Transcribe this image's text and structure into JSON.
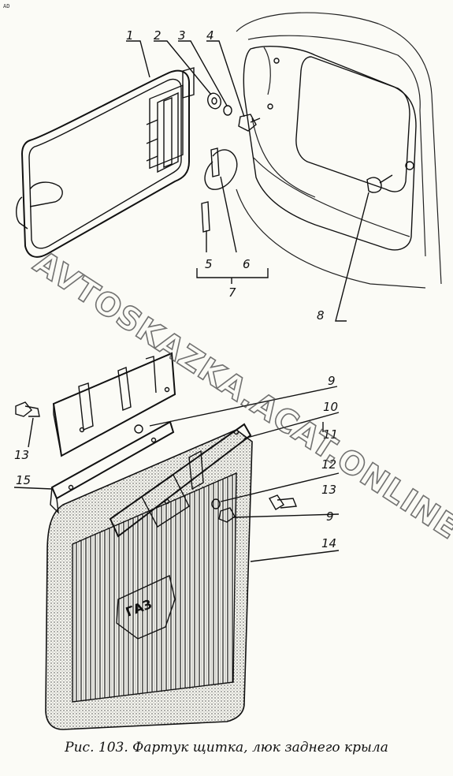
{
  "corner_mark": "AD",
  "callouts": [
    {
      "id": "c1",
      "text": "1"
    },
    {
      "id": "c2",
      "text": "2"
    },
    {
      "id": "c3",
      "text": "3"
    },
    {
      "id": "c4",
      "text": "4"
    },
    {
      "id": "c5",
      "text": "5"
    },
    {
      "id": "c6",
      "text": "6"
    },
    {
      "id": "c7",
      "text": "7"
    },
    {
      "id": "c8",
      "text": "8"
    },
    {
      "id": "c9a",
      "text": "9"
    },
    {
      "id": "c10",
      "text": "10"
    },
    {
      "id": "c11",
      "text": "11"
    },
    {
      "id": "c12",
      "text": "12"
    },
    {
      "id": "c13a",
      "text": "13"
    },
    {
      "id": "c13b",
      "text": "13"
    },
    {
      "id": "c9b",
      "text": "9"
    },
    {
      "id": "c14",
      "text": "14"
    },
    {
      "id": "c15",
      "text": "15"
    }
  ],
  "watermark": "AVTOSKAZKA.ACAT.ONLINE",
  "emblem_text": "ГАЗ",
  "caption": "Рис. 103. Фартук щитка, люк заднего крыла",
  "colors": {
    "ink": "#111111",
    "paper": "#fbfbf6",
    "watermark": "#444444"
  }
}
